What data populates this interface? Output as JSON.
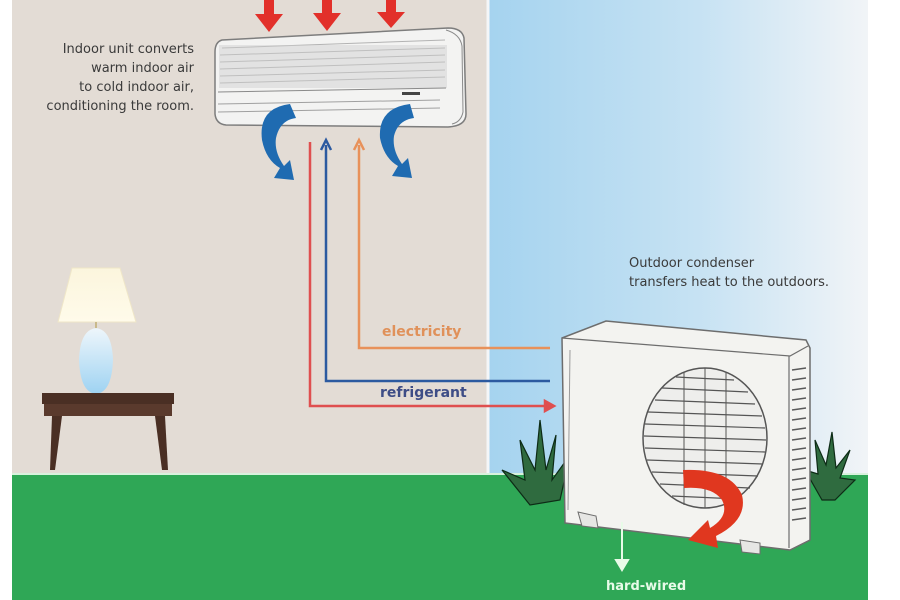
{
  "diagram": {
    "indoor_caption": [
      "Indoor unit converts",
      "warm indoor air",
      "to cold indoor air,",
      "conditioning the room."
    ],
    "outdoor_caption": [
      "Outdoor condenser",
      "transfers heat to the outdoors."
    ],
    "lines": {
      "electricity": "electricity",
      "refrigerant": "refrigerant"
    },
    "hard_wired": "hard-wired",
    "colors": {
      "wall": "#e3dcd5",
      "sky": "#a9d6ef",
      "ground": "#2fa756",
      "hot_arrow": "#e2302a",
      "cold_arrow": "#1f6bb1",
      "electricity": "#e8915a",
      "refrigerant": "#2c5aa0",
      "supply_line": "#df4f4f"
    }
  }
}
